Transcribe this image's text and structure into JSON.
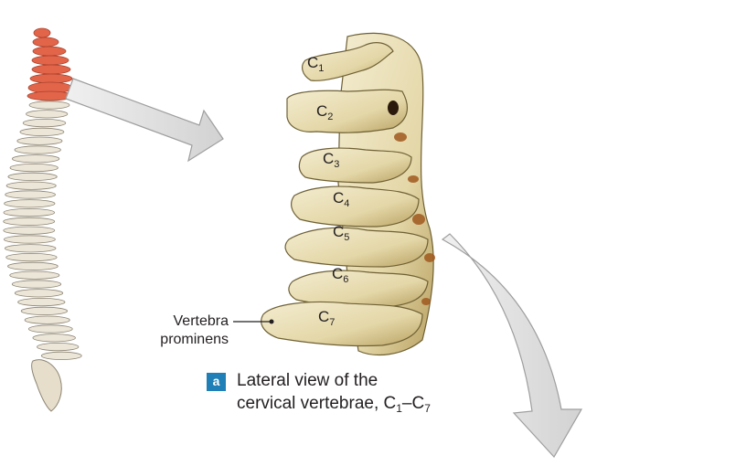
{
  "figure": {
    "caption_badge": "a",
    "caption_line1": "Lateral view of the",
    "caption_line2_prefix": "cervical vertebrae, C",
    "caption_range_start": "1",
    "caption_range_dash": "–C",
    "caption_range_end": "7"
  },
  "callout": {
    "line1": "Vertebra",
    "line2": "prominens"
  },
  "vertebrae": [
    {
      "letter": "C",
      "number": "1"
    },
    {
      "letter": "C",
      "number": "2"
    },
    {
      "letter": "C",
      "number": "3"
    },
    {
      "letter": "C",
      "number": "4"
    },
    {
      "letter": "C",
      "number": "5"
    },
    {
      "letter": "C",
      "number": "6"
    },
    {
      "letter": "C",
      "number": "7"
    }
  ],
  "colors": {
    "highlight_cervical": "#e2654a",
    "bone": "#e9dfb9",
    "bone_shadow": "#b59e62",
    "arrow_fill": "#dedede",
    "arrow_stroke": "#9e9e9e",
    "badge": "#1f7fb6"
  }
}
